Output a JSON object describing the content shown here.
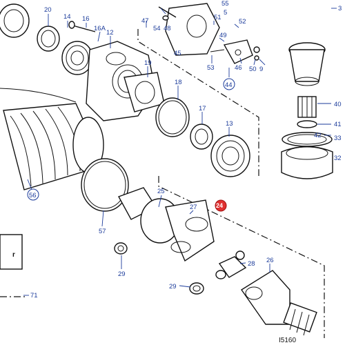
{
  "drawing_code": "I5160",
  "callouts": {
    "c3": "3",
    "c5": "5",
    "c12": "12",
    "c13": "13",
    "c14": "14",
    "c16": "16",
    "c16a": "16A",
    "c17": "17",
    "c18": "18",
    "c19": "19",
    "c20": "20",
    "c24": "24",
    "c25": "25",
    "c26": "26",
    "c27": "27",
    "c28": "28",
    "c29a": "29",
    "c29b": "29",
    "c32": "32",
    "c33": "33",
    "c40": "40",
    "c41": "41",
    "c42": "42",
    "c44": "44",
    "c45": "45",
    "c46": "46",
    "c47": "47",
    "c48": "48",
    "c49": "49",
    "c50": "50",
    "c51": "51",
    "c52": "52",
    "c53": "53",
    "c54": "54",
    "c55": "55",
    "c56": "56",
    "c57": "57",
    "c71": "71"
  },
  "highlighted_part": "24",
  "colors": {
    "callout": "#1a3a9a",
    "highlight": "#e03030",
    "line": "#111111"
  }
}
